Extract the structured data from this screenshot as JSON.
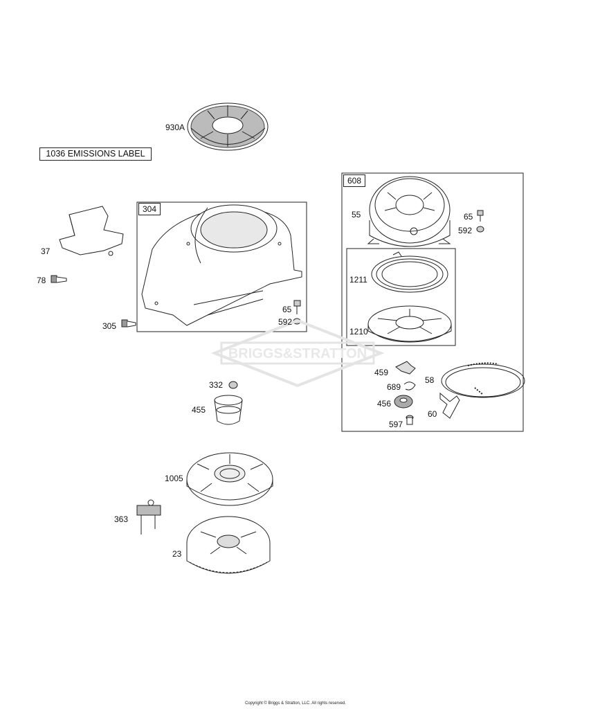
{
  "labels": {
    "p930a": "930A",
    "p37": "37",
    "p78": "78",
    "p305": "305",
    "p65a": "65",
    "p592a": "592",
    "p55": "55",
    "p65b": "65",
    "p592b": "592",
    "p1211": "1211",
    "p1210": "1210",
    "p459": "459",
    "p689": "689",
    "p58": "58",
    "p456": "456",
    "p60": "60",
    "p597": "597",
    "p332": "332",
    "p455": "455",
    "p1005": "1005",
    "p363": "363",
    "p23": "23"
  },
  "boxes": {
    "box304": "304",
    "box608": "608"
  },
  "emissions_label": "1036 EMISSIONS LABEL",
  "watermark": {
    "text": "BRIGGS&STRATTON"
  },
  "copyright": "Copyright © Briggs & Stratton, LLC. All rights reserved."
}
